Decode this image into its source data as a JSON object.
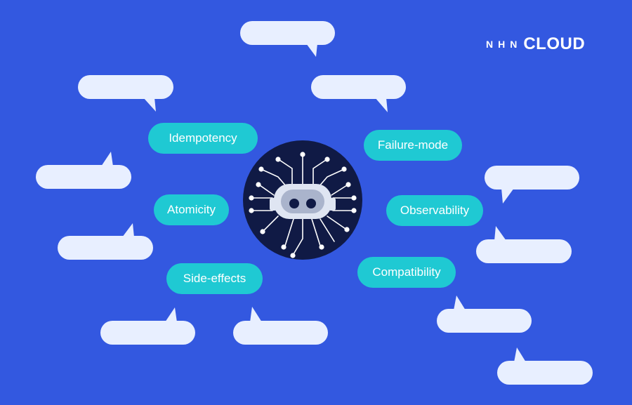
{
  "brand": {
    "prefix": "NHN",
    "name": "CLOUD"
  },
  "topics": [
    {
      "label": "Idempotency"
    },
    {
      "label": "Atomicity"
    },
    {
      "label": "Side-effects"
    },
    {
      "label": "Failure-mode"
    },
    {
      "label": "Observability"
    },
    {
      "label": "Compatibility"
    }
  ],
  "colors": {
    "background": "#3358e0",
    "chip": "#1fc9d3",
    "bubble": "#e8efff",
    "robot_circle": "#101a45",
    "robot_face": "#dfe5f2"
  },
  "icons": {
    "center": "robot-circuit-icon",
    "bubbles": "speech-bubble-icon"
  }
}
